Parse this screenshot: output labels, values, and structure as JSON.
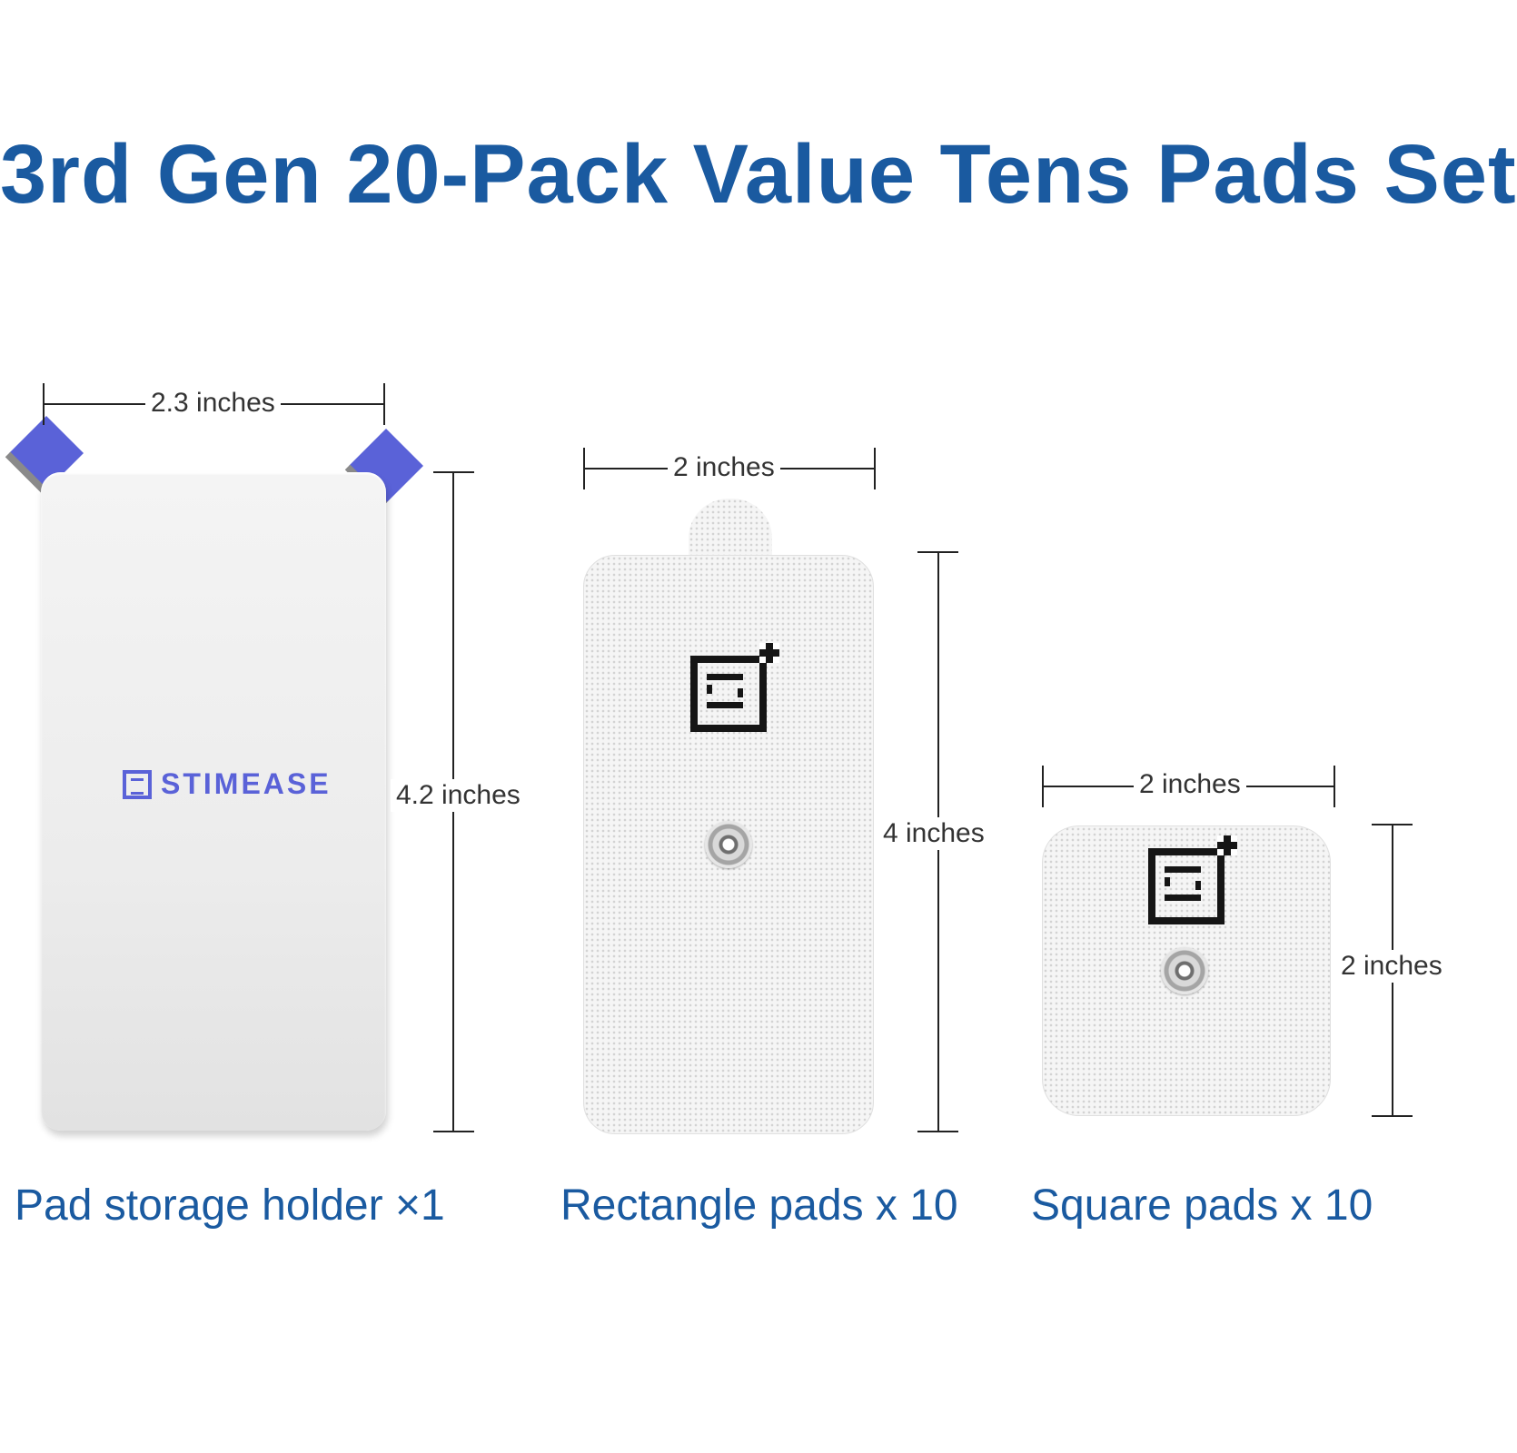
{
  "title": "3rd Gen 20-Pack Value Tens Pads Set",
  "brand": {
    "name": "STIMEASE",
    "accent_color": "#5a62d8",
    "title_color": "#1a5aa0"
  },
  "items": [
    {
      "caption": "Pad storage holder ×1",
      "width_label": "2.3 inches",
      "height_label": "4.2 inches"
    },
    {
      "caption": "Rectangle pads x 10",
      "width_label": "2 inches",
      "height_label": "4 inches"
    },
    {
      "caption": "Square pads x 10",
      "width_label": "2 inches",
      "height_label": "2 inches"
    }
  ]
}
